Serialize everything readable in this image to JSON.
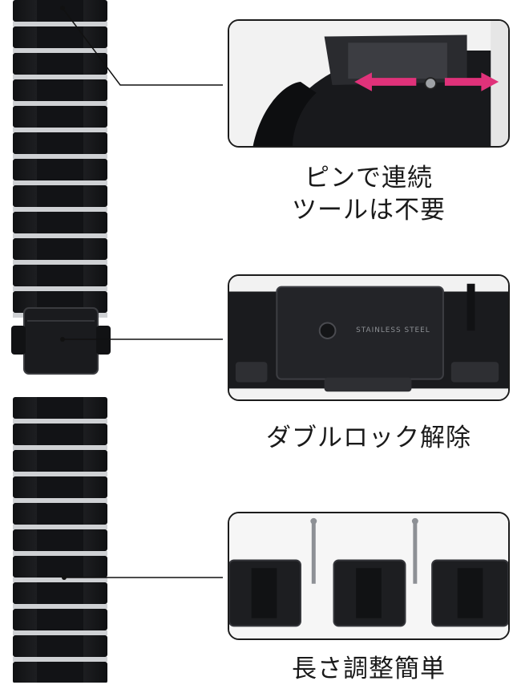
{
  "features": [
    {
      "id": "pin",
      "caption_lines": [
        "ピンで連続",
        "ツールは不要"
      ]
    },
    {
      "id": "clasp",
      "caption_lines": [
        "ダブルロック解除"
      ],
      "engraving": "STAINLESS STEEL"
    },
    {
      "id": "length",
      "caption_lines": [
        "長さ調整簡単"
      ]
    }
  ],
  "colors": {
    "metal": "#1e1f22",
    "highlight": "#cfd1d4",
    "arrow": "#e0327a",
    "frame": "#1c1c1c"
  }
}
